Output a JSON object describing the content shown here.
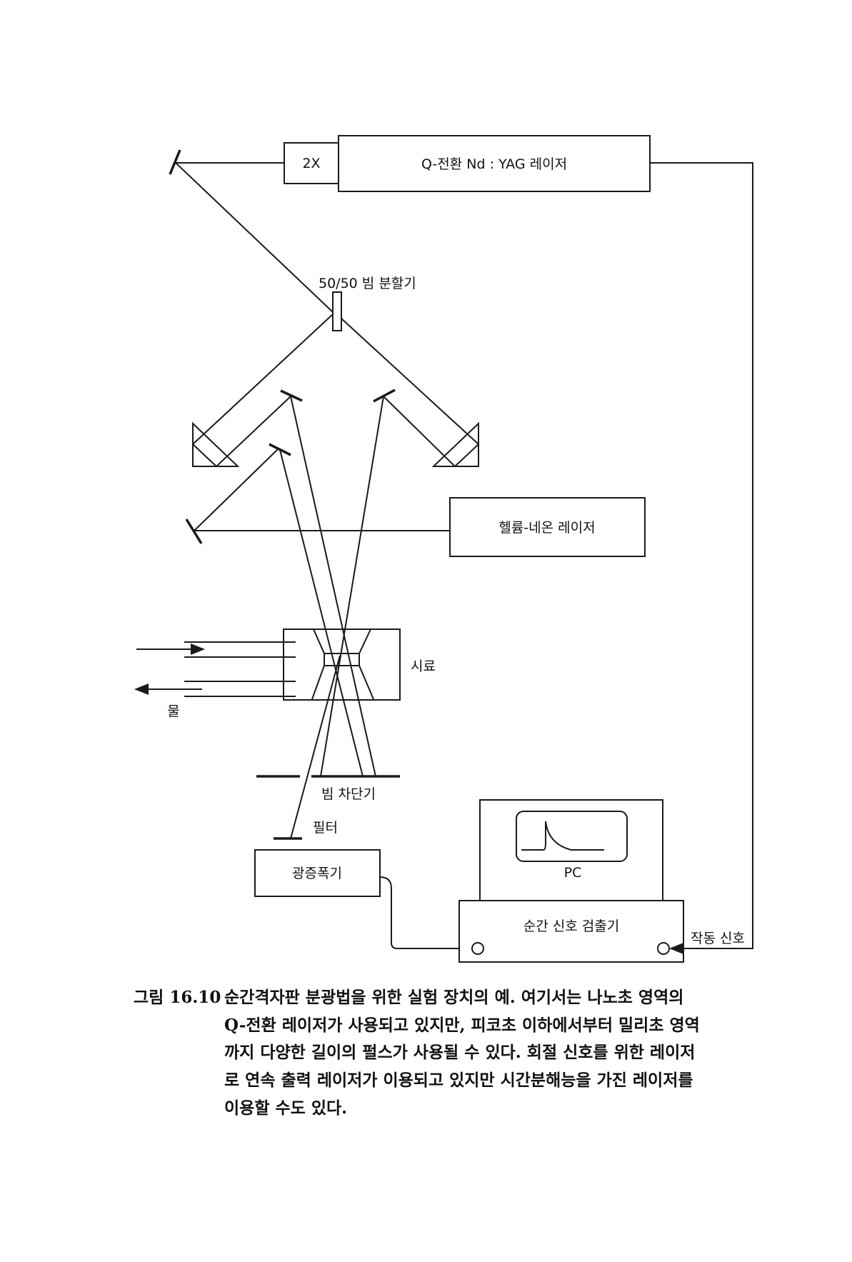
{
  "diagram": {
    "harmonic_label": "2X",
    "pump_laser_label": "Q-전환 Nd : YAG 레이저",
    "beam_splitter_label": "50/50 빔 분할기",
    "probe_laser_label": "헬륨-네온 레이저",
    "sample_label": "시료",
    "water_label": "물",
    "beam_stop_label": "빔 차단기",
    "filter_label": "필터",
    "pmt_label": "광증폭기",
    "pc_label": "PC",
    "detector_label": "순간 신호 검출기",
    "trigger_label": "작동 신호"
  },
  "caption": {
    "figure_number": "그림 16.10",
    "lines": [
      "순간격자판 분광법을 위한 실험 장치의 예. 여기서는 나노초 영역의",
      "Q-전환 레이저가 사용되고 있지만, 피코초 이하에서부터 밀리초 영역",
      "까지 다양한 길이의 펄스가 사용될 수 있다. 회절 신호를 위한 레이저",
      "로 연속 출력 레이저가 이용되고 있지만 시간분해능을 가진 레이저를",
      "이용할 수도 있다."
    ]
  }
}
